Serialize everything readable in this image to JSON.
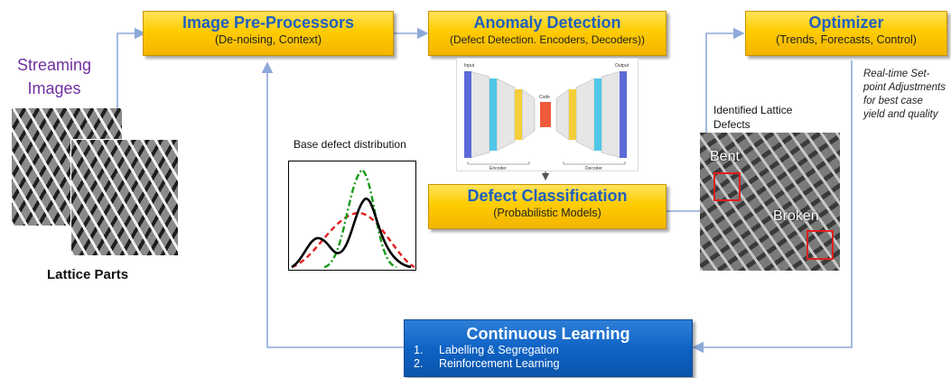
{
  "input": {
    "title": "Streaming Images",
    "caption": "Lattice Parts"
  },
  "preprocessors": {
    "title": "Image Pre-Processors",
    "subtitle": "(De-noising, Context)"
  },
  "anomaly": {
    "title": "Anomaly Detection",
    "subtitle": "(Defect Detection. Encoders, Decoders))"
  },
  "optimizer": {
    "title": "Optimizer",
    "subtitle": "(Trends, Forecasts, Control)"
  },
  "classification": {
    "title": "Defect Classification",
    "subtitle": "(Probabilistic Models)"
  },
  "learning": {
    "title": "Continuous Learning",
    "items": [
      {
        "num": "1.",
        "label": "Labelling & Segregation"
      },
      {
        "num": "2.",
        "label": "Reinforcement Learning"
      }
    ]
  },
  "distribution": {
    "label": "Base defect distribution"
  },
  "defects": {
    "label": "Identified Lattice Defects",
    "bent": "Bent",
    "broken": "Broken"
  },
  "setpoint": {
    "note": "Real-time Set-point Adjustments for best case yield and quality"
  },
  "autoencoder": {
    "input": "Input",
    "code": "Code",
    "output": "Output",
    "encoder": "Encoder",
    "decoder": "Decoder"
  },
  "colors": {
    "box_yellow": "#ffcc00",
    "box_title_blue": "#1f5fbf",
    "learning_blue": "#0f63c4",
    "streaming_purple": "#7030a0",
    "arrow_blue": "#8ea9d8",
    "defect_red": "#e02020"
  }
}
